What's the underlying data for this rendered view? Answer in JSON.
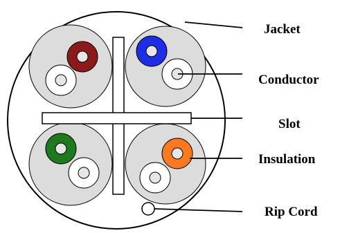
{
  "diagram": {
    "labels": {
      "jacket": "Jacket",
      "conductor": "Conductor",
      "slot": "Slot",
      "insulation": "Insulation",
      "rip_cord": "Rip Cord"
    },
    "colors": {
      "jacket_fill": "#ffffff",
      "pair_background": "#dcdcdc",
      "brown_pair": "#8b1a1a",
      "blue_pair": "#1e2ee6",
      "green_pair": "#1f7a1f",
      "orange_pair": "#ff7a1f",
      "white_insulation": "#ffffff",
      "conductor_core": "#e6e6e6",
      "outline": "#000000"
    }
  }
}
